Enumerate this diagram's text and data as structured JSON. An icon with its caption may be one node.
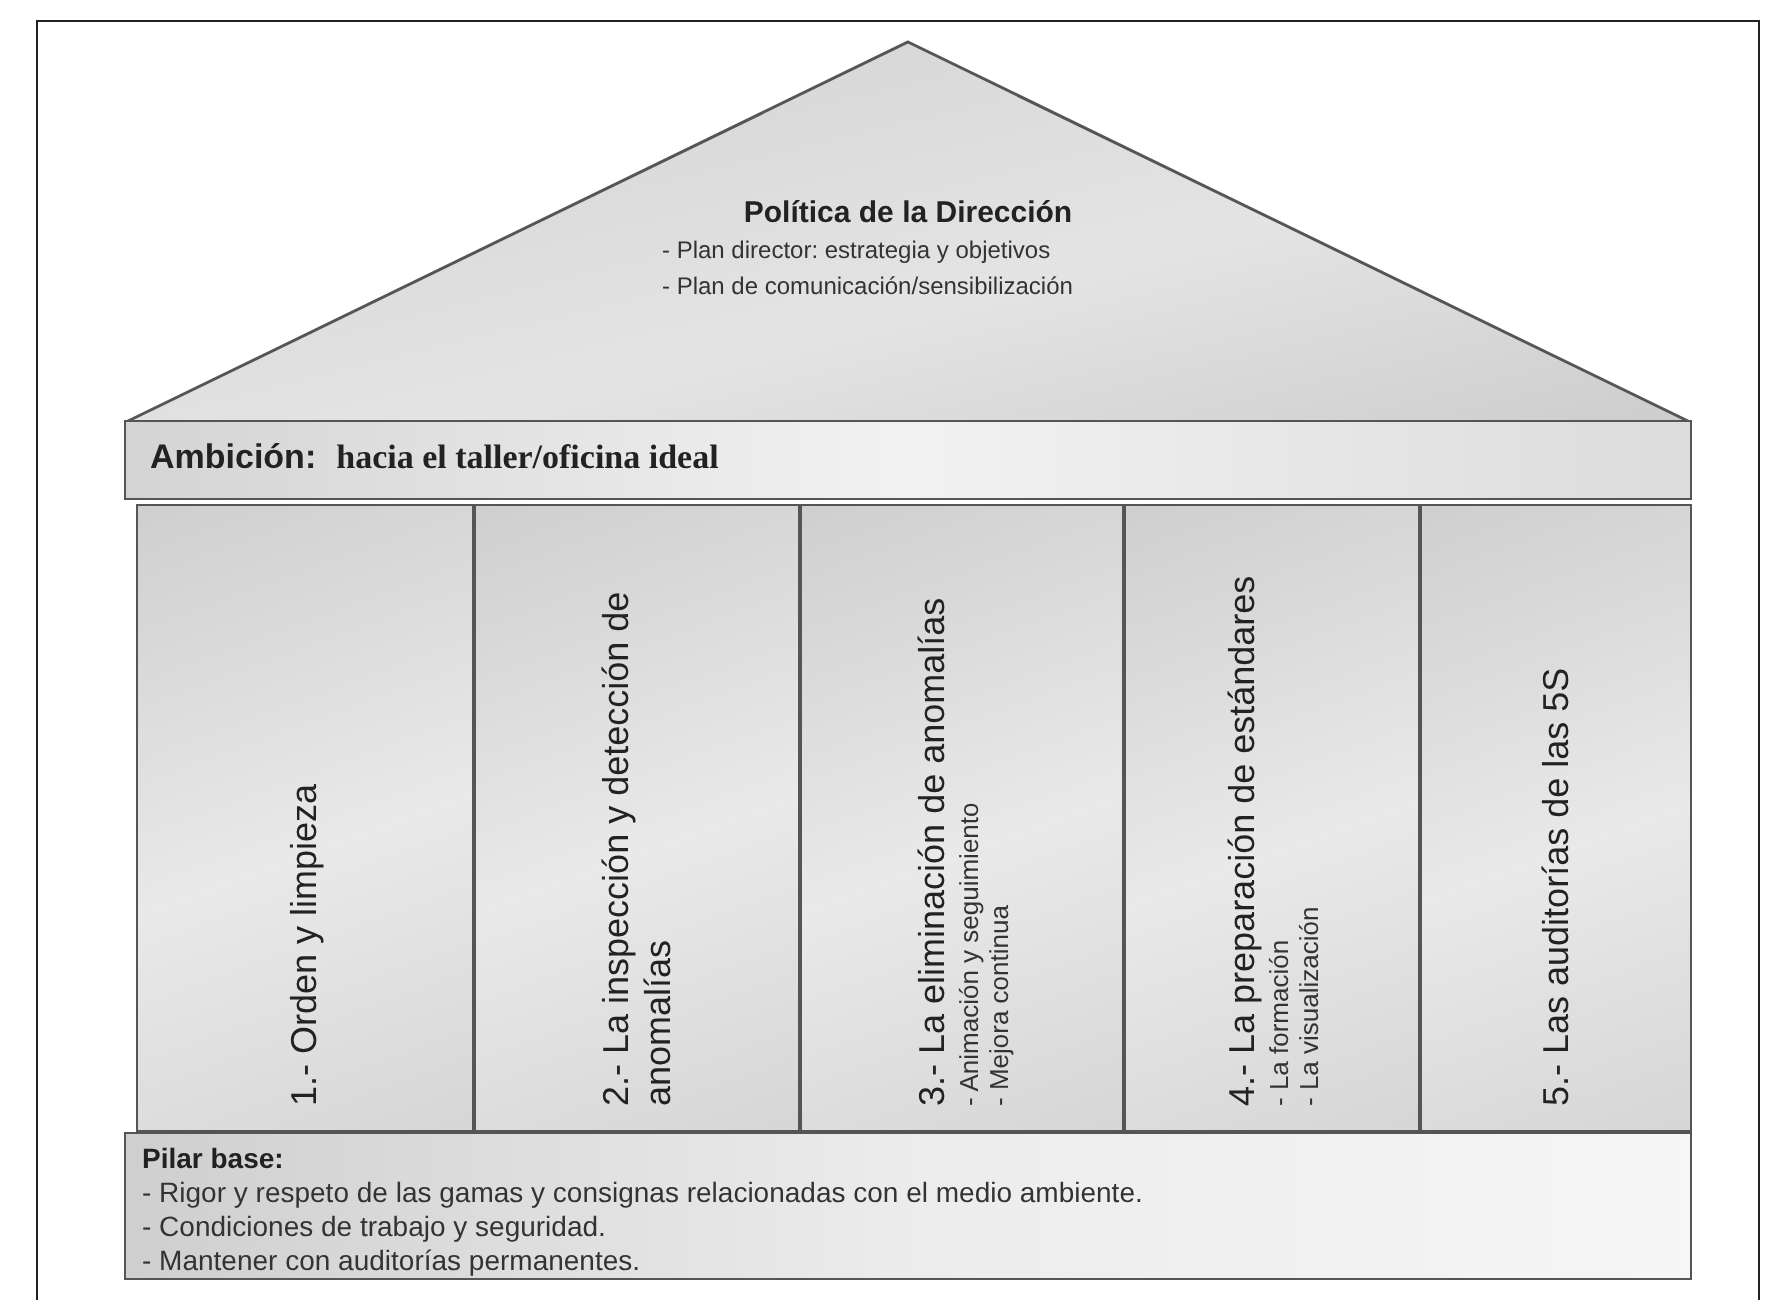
{
  "diagram": {
    "nodes": [
      {
        "text": [
          "Política de la Dirección",
          "- Plan director: estrategia y objetivos",
          "- Plan de comunicación/sensibilización"
        ]
      },
      {
        "text": [
          "Ambición:",
          "hacia el taller/oficina ideal"
        ]
      },
      {
        "text": [
          "1.- Orden y limpieza"
        ]
      },
      {
        "text": [
          "2.- La inspección y detección de anomalías"
        ]
      },
      {
        "text": [
          "3.- La eliminación de anomalías",
          "- Animación y seguimiento",
          "- Mejora continua"
        ]
      },
      {
        "text": [
          "4.- La preparación de estándares",
          "- La formación",
          "- La visualización"
        ]
      },
      {
        "text": [
          "5.- Las auditorías de las 5S"
        ]
      },
      {
        "text": [
          "Pilar base:",
          "- Rigor y respeto de las gamas y consignas relacionadas con el medio ambiente.",
          "- Condiciones de trabajo y seguridad.",
          "- Mantener con auditorías permanentes."
        ]
      }
    ]
  }
}
